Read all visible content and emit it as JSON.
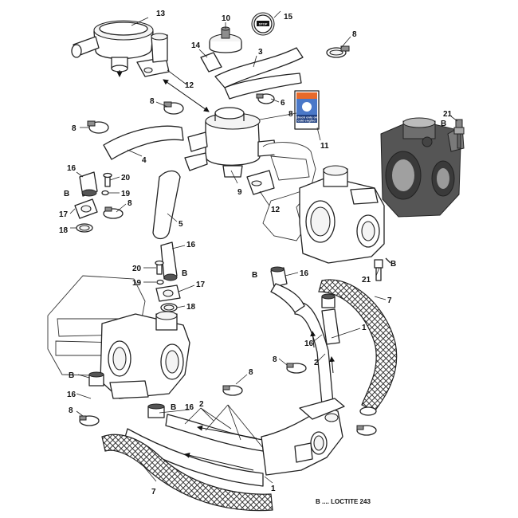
{
  "callouts": {
    "c13": "13",
    "c10": "10",
    "c15": "15",
    "c14": "14",
    "c8a": "8",
    "c3": "3",
    "c12a": "12",
    "c8b": "8",
    "c6": "6",
    "c8c": "8",
    "c8d": "8",
    "c4": "4",
    "c11": "11",
    "c21a": "21",
    "bA": "B",
    "c16a": "16",
    "c20a": "20",
    "bB": "B",
    "c19a": "19",
    "c8e": "8",
    "c9": "9",
    "c12b": "12",
    "c17a": "17",
    "c5": "5",
    "c18a": "18",
    "c16b": "16",
    "c20b": "20",
    "bC": "B",
    "bD": "B",
    "c16c": "16",
    "bE": "B",
    "c21b": "21",
    "c19b": "19",
    "c17b": "17",
    "c7a": "7",
    "c18b": "18",
    "c1a": "1",
    "c16d": "16",
    "c8f": "8",
    "c2a": "2",
    "bF": "B",
    "c8g": "8",
    "c16e": "16",
    "bG": "B",
    "c2b": "2",
    "c16f": "16",
    "c8h": "8",
    "c7b": "7",
    "c1b": "1"
  },
  "cap_label": "STOP",
  "warning_label": {
    "line1": "check only on",
    "line2": "cold engine!"
  },
  "legend": "B .... LOCTITE 243"
}
